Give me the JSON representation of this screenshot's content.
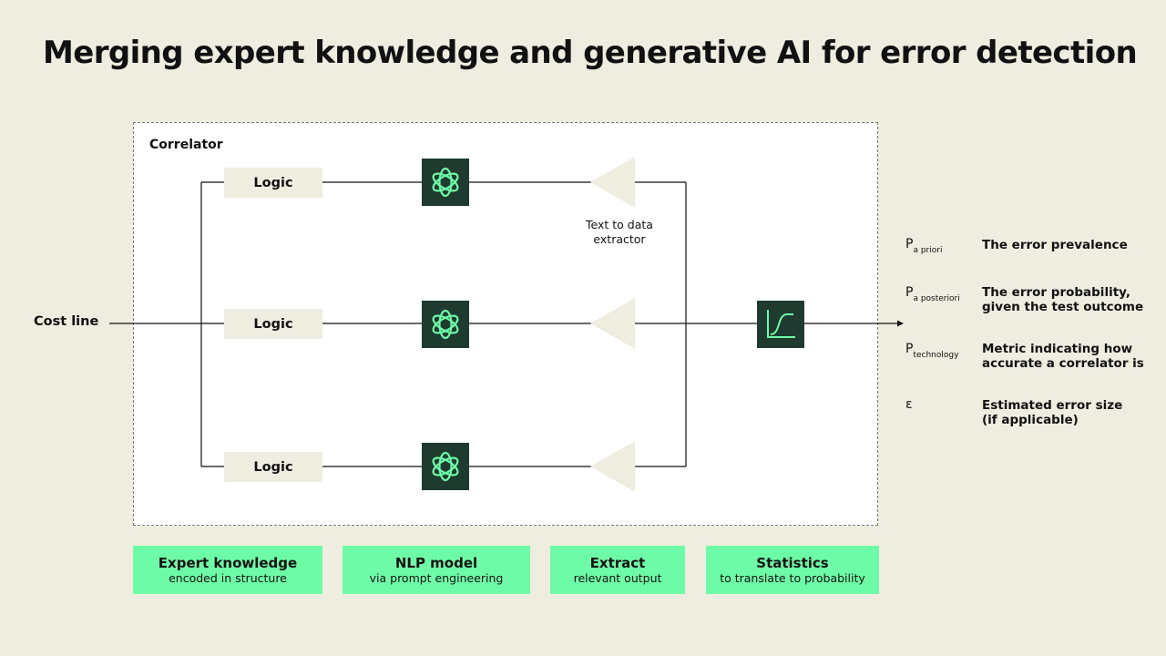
{
  "title": "Merging expert knowledge and generative AI for error detection",
  "correlator": {
    "label": "Correlator",
    "branches": [
      {
        "logic_label": "Logic",
        "model_icon": "openai-logo-icon",
        "extractor_icon": "triangle-extractor-icon"
      },
      {
        "logic_label": "Logic",
        "model_icon": "openai-logo-icon",
        "extractor_icon": "triangle-extractor-icon"
      },
      {
        "logic_label": "Logic",
        "model_icon": "openai-logo-icon",
        "extractor_icon": "triangle-extractor-icon"
      }
    ],
    "extractor_caption": "Text to data extractor",
    "statistics_icon": "sigmoid-curve-icon"
  },
  "input_label": "Cost line",
  "outputs": [
    {
      "symbol": "P",
      "subscript": "a priori",
      "description": "The error prevalence"
    },
    {
      "symbol": "P",
      "subscript": "a posteriori",
      "description": "The error probability,\ngiven the test outcome"
    },
    {
      "symbol": "P",
      "subscript": "technology",
      "description": "Metric indicating how\naccurate a correlator is"
    },
    {
      "symbol": "ε",
      "subscript": "",
      "description": "Estimated error size\n(if applicable)"
    }
  ],
  "stages": [
    {
      "title": "Expert knowledge",
      "subtitle": "encoded in structure"
    },
    {
      "title": "NLP model",
      "subtitle": "via prompt engineering"
    },
    {
      "title": "Extract",
      "subtitle": "relevant output"
    },
    {
      "title": "Statistics",
      "subtitle": "to translate to probability"
    }
  ],
  "colors": {
    "background": "#efede0",
    "accent_green": "#6dfba8",
    "dark_green": "#1f3a2e"
  }
}
